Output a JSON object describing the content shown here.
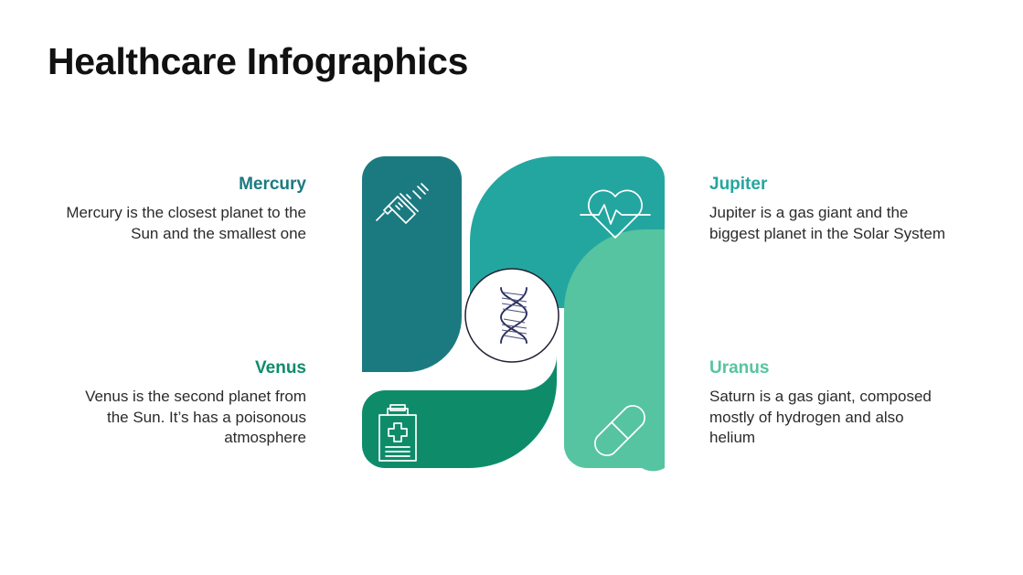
{
  "title": "Healthcare Infographics",
  "colors": {
    "dark_teal": "#1B7A80",
    "medium_teal": "#24A6A0",
    "green": "#0E8C6A",
    "mint": "#56C4A0",
    "dna_navy": "#2B2F5E",
    "body_text": "#2B2B2B",
    "title": "#111111"
  },
  "items": [
    {
      "key": "mercury",
      "heading": "Mercury",
      "heading_color": "#1B7A80",
      "body": "Mercury is the closest planet to the Sun and the smallest one",
      "align": "right",
      "icon": "syringe-icon",
      "panel_color": "#1B7A80"
    },
    {
      "key": "venus",
      "heading": "Venus",
      "heading_color": "#0E8C6A",
      "body": "Venus is the second planet from the Sun. It’s has a poisonous atmosphere",
      "align": "right",
      "icon": "clipboard-medical-icon",
      "panel_color": "#0E8C6A"
    },
    {
      "key": "jupiter",
      "heading": "Jupiter",
      "heading_color": "#24A6A0",
      "body": "Jupiter is a gas giant and the biggest planet in the Solar System",
      "align": "left",
      "icon": "heart-pulse-icon",
      "panel_color": "#24A6A0"
    },
    {
      "key": "uranus",
      "heading": "Uranus",
      "heading_color": "#56C4A0",
      "body": "Saturn is a gas giant, composed mostly of hydrogen and also helium",
      "align": "left",
      "icon": "capsule-pill-icon",
      "panel_color": "#56C4A0"
    }
  ],
  "center": {
    "icon": "dna-helix-icon",
    "fill": "#FFFFFF",
    "ring_color": "#241F33"
  }
}
